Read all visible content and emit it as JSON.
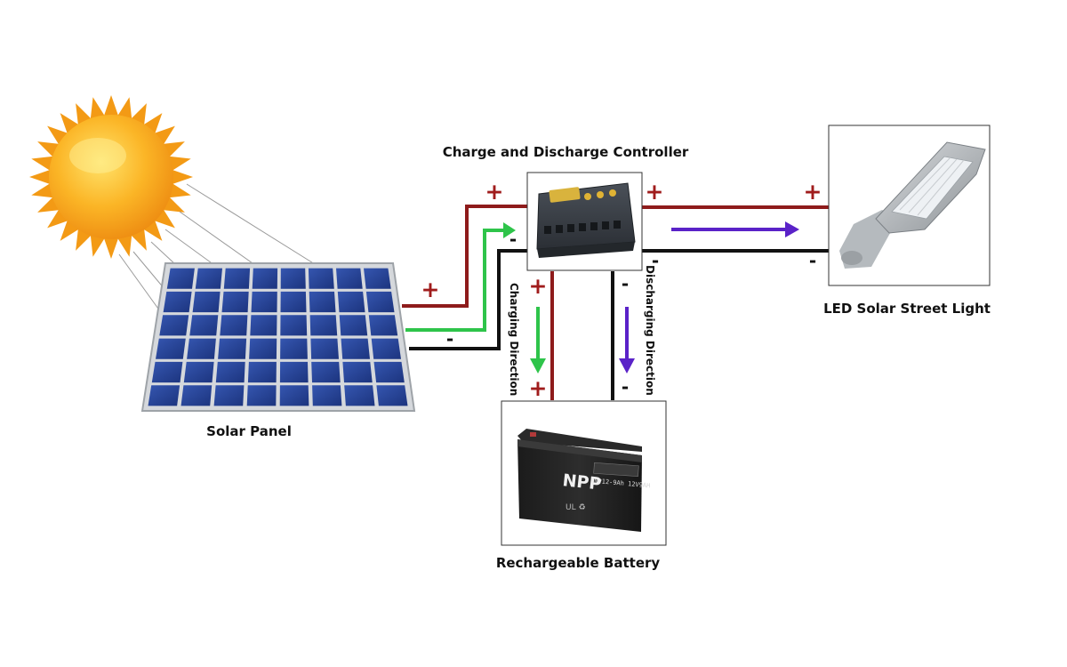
{
  "labels": {
    "controller": "Charge and Discharge Controller",
    "solar_panel": "Solar Panel",
    "street_light": "LED Solar Street Light",
    "battery": "Rechargeable Battery",
    "charging_direction": "Charging Direction",
    "discharging_direction": "Discharging Direction"
  },
  "battery_brand": "NPP",
  "battery_model": "NP12-9Ah 12V9AH",
  "signs": {
    "plus": "+",
    "minus": "-"
  },
  "colors": {
    "positive_wire": "#8e1b1b",
    "negative_wire": "#111111",
    "charging_arrow": "#2ec44a",
    "discharging_arrow": "#5a22c8",
    "sign_plus": "#a01c1c",
    "panel_cell": "#233f93",
    "sun": "#f7a21a"
  }
}
